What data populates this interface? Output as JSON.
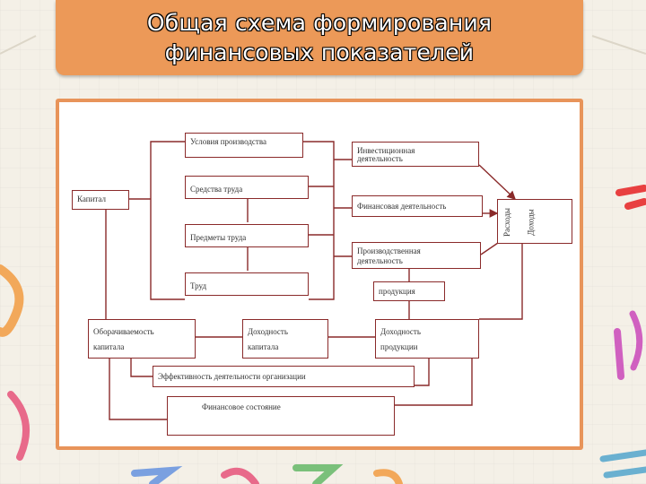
{
  "title": {
    "line1": "Общая схема формирования",
    "line2": "финансовых показателей"
  },
  "diagram": {
    "capital": "Капитал",
    "conditions": "Условия производства",
    "means": "Средства труда",
    "objects": "Предметы труда",
    "labor": "Труд",
    "invest_line1": "Инвестиционная",
    "invest_line2": "деятельность",
    "financial_activity": "Финансовая деятельность",
    "prod_line1": "Производственная",
    "prod_line2": "деятельность",
    "expenses": "Расходы",
    "income": "Доходы",
    "product": "продукция",
    "turnover_line1": "Оборачиваемость",
    "turnover_line2": "капитала",
    "cap_profit_line1": "Доходность",
    "cap_profit_line2": "капитала",
    "prod_profit_line1": "Доходность",
    "prod_profit_line2": "продукции",
    "efficiency": "Эффективность деятельности организации",
    "fin_state": "Финансовое состояние"
  }
}
